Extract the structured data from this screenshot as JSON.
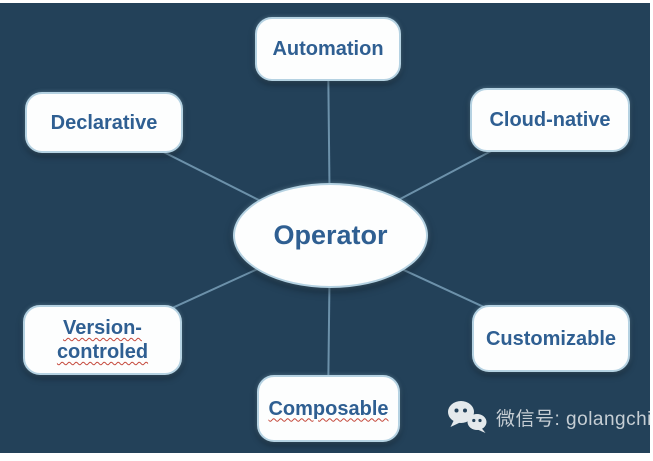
{
  "diagram": {
    "center_node": {
      "label": "Operator"
    },
    "nodes": [
      {
        "id": "automation",
        "label": "Automation"
      },
      {
        "id": "declarative",
        "label": "Declarative"
      },
      {
        "id": "cloud-native",
        "label": "Cloud-native"
      },
      {
        "id": "version-controled",
        "label_line1": "Version-",
        "label_line2": "controled",
        "spellcheck_underline": true
      },
      {
        "id": "customizable",
        "label": "Customizable"
      },
      {
        "id": "composable",
        "label": "Composable",
        "spellcheck_underline": true
      }
    ]
  },
  "watermark": {
    "icon": "wechat-icon",
    "label": "微信号: golangchina"
  },
  "colors": {
    "background": "#234159",
    "node_fill": "#fdfefe",
    "node_border": "#b5d2e2",
    "node_text": "#2f5f92",
    "connector": "#6c91aa",
    "watermark_text": "#c6ced4",
    "spellcheck_underline": "#c4473a"
  }
}
